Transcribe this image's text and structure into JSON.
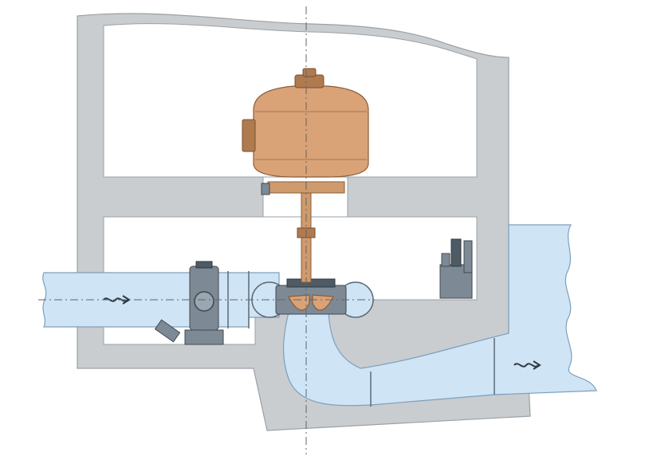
{
  "diagram": {
    "kind": "hydropower-turbine-section",
    "colors": {
      "concrete": "#c9cdd0",
      "concrete_edge": "#9aa1a6",
      "room": "#ffffff",
      "water": "#cfe4f5",
      "water_edge": "#7f9fba",
      "generator": "#d9a277",
      "generator_dark": "#b07a4f",
      "shaft": "#cf9a6c",
      "machinery": "#7d8a95",
      "machinery_dark": "#4e5a64",
      "centerline": "#5c6670"
    },
    "flow_arrows": [
      {
        "name": "inlet-flow",
        "glyph": "wave-arrow-right"
      },
      {
        "name": "outlet-flow",
        "glyph": "wave-arrow-right"
      }
    ]
  }
}
